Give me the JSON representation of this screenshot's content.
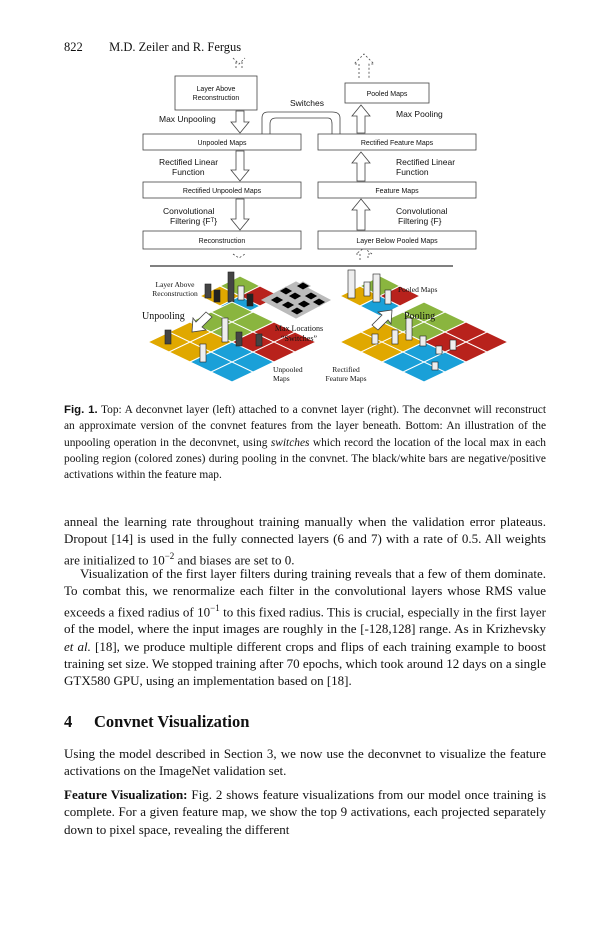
{
  "header": {
    "page_number": "822",
    "authors": "M.D. Zeiler and R. Fergus"
  },
  "figure": {
    "top": {
      "left_boxes": [
        "Layer Above",
        "Reconstruction",
        "Unpooled Maps",
        "Rectified Unpooled Maps",
        "Reconstruction"
      ],
      "right_boxes": [
        "Pooled Maps",
        "Rectified Feature Maps",
        "Feature Maps",
        "Layer Below Pooled Maps"
      ],
      "labels": {
        "switches": "Switches",
        "max_unpooling": "Max Unpooling",
        "max_pooling": "Max Pooling",
        "rect_left_1": "Rectified Linear",
        "rect_left_2": "Function",
        "rect_right_1": "Rectified Linear",
        "rect_right_2": "Function",
        "conv_left_1": "Convolutional",
        "conv_left_2": "Filtering {Fᵀ}",
        "conv_right_1": "Convolutional",
        "conv_right_2": "Filtering {F}"
      }
    },
    "bottom": {
      "layer_above_1": "Layer Above",
      "layer_above_2": "Reconstruction",
      "pooled_maps": "Pooled Maps",
      "unpooling": "Unpooling",
      "pooling": "Pooling",
      "max_loc_1": "Max Locations",
      "max_loc_2": "“Switches”",
      "unpooled_1": "Unpooled",
      "unpooled_2": "Maps",
      "rectified_1": "Rectified",
      "rectified_2": "Feature Maps"
    },
    "colors": {
      "yellow": "#e0a800",
      "green": "#8ab53f",
      "blue": "#1aa0d8",
      "red": "#b8221c"
    }
  },
  "caption": {
    "label": "Fig. 1.",
    "part1": " Top: A deconvnet layer (left) attached to a convnet layer (right). The deconvnet will reconstruct an approximate version of the convnet features from the layer beneath. Bottom: An illustration of the unpooling operation in the deconvnet, using ",
    "italic": "switches",
    "part2": " which record the location of the local max in each pooling region (colored zones) during pooling in the convnet. The black/white bars are negative/positive activations within the feature map."
  },
  "paragraphs": {
    "p1_a": "anneal the learning rate throughout training manually when the validation error plateaus. Dropout [14] is used in the fully connected layers (6 and 7) with a rate of 0.5. All weights are initialized to 10",
    "p1_sup": "−2",
    "p1_b": " and biases are set to 0.",
    "p2_a": "Visualization of the first layer filters during training reveals that a few of them dominate. To combat this, we renormalize each filter in the convolutional layers whose RMS value exceeds a fixed radius of 10",
    "p2_sup": "−1",
    "p2_b": " to this fixed radius. This is crucial, especially in the first layer of the model, where the input images are roughly in the [-128,128] range. As in Krizhevsky ",
    "p2_ital": "et al.",
    "p2_c": " [18], we produce multiple different crops and flips of each training example to boost training set size. We stopped training after 70 epochs, which took around 12 days on a single GTX580 GPU, using an implementation based on [18]."
  },
  "section": {
    "number": "4",
    "title": "Convnet Visualization"
  },
  "p3": "Using the model described in Section 3, we now use the deconvnet to visualize the feature activations on the ImageNet validation set.",
  "p4": {
    "runin": "Feature Visualization:",
    "text": " Fig. 2 shows feature visualizations from our model once training is complete. For a given feature map, we show the top 9 activations, each projected separately down to pixel space, revealing the different"
  }
}
